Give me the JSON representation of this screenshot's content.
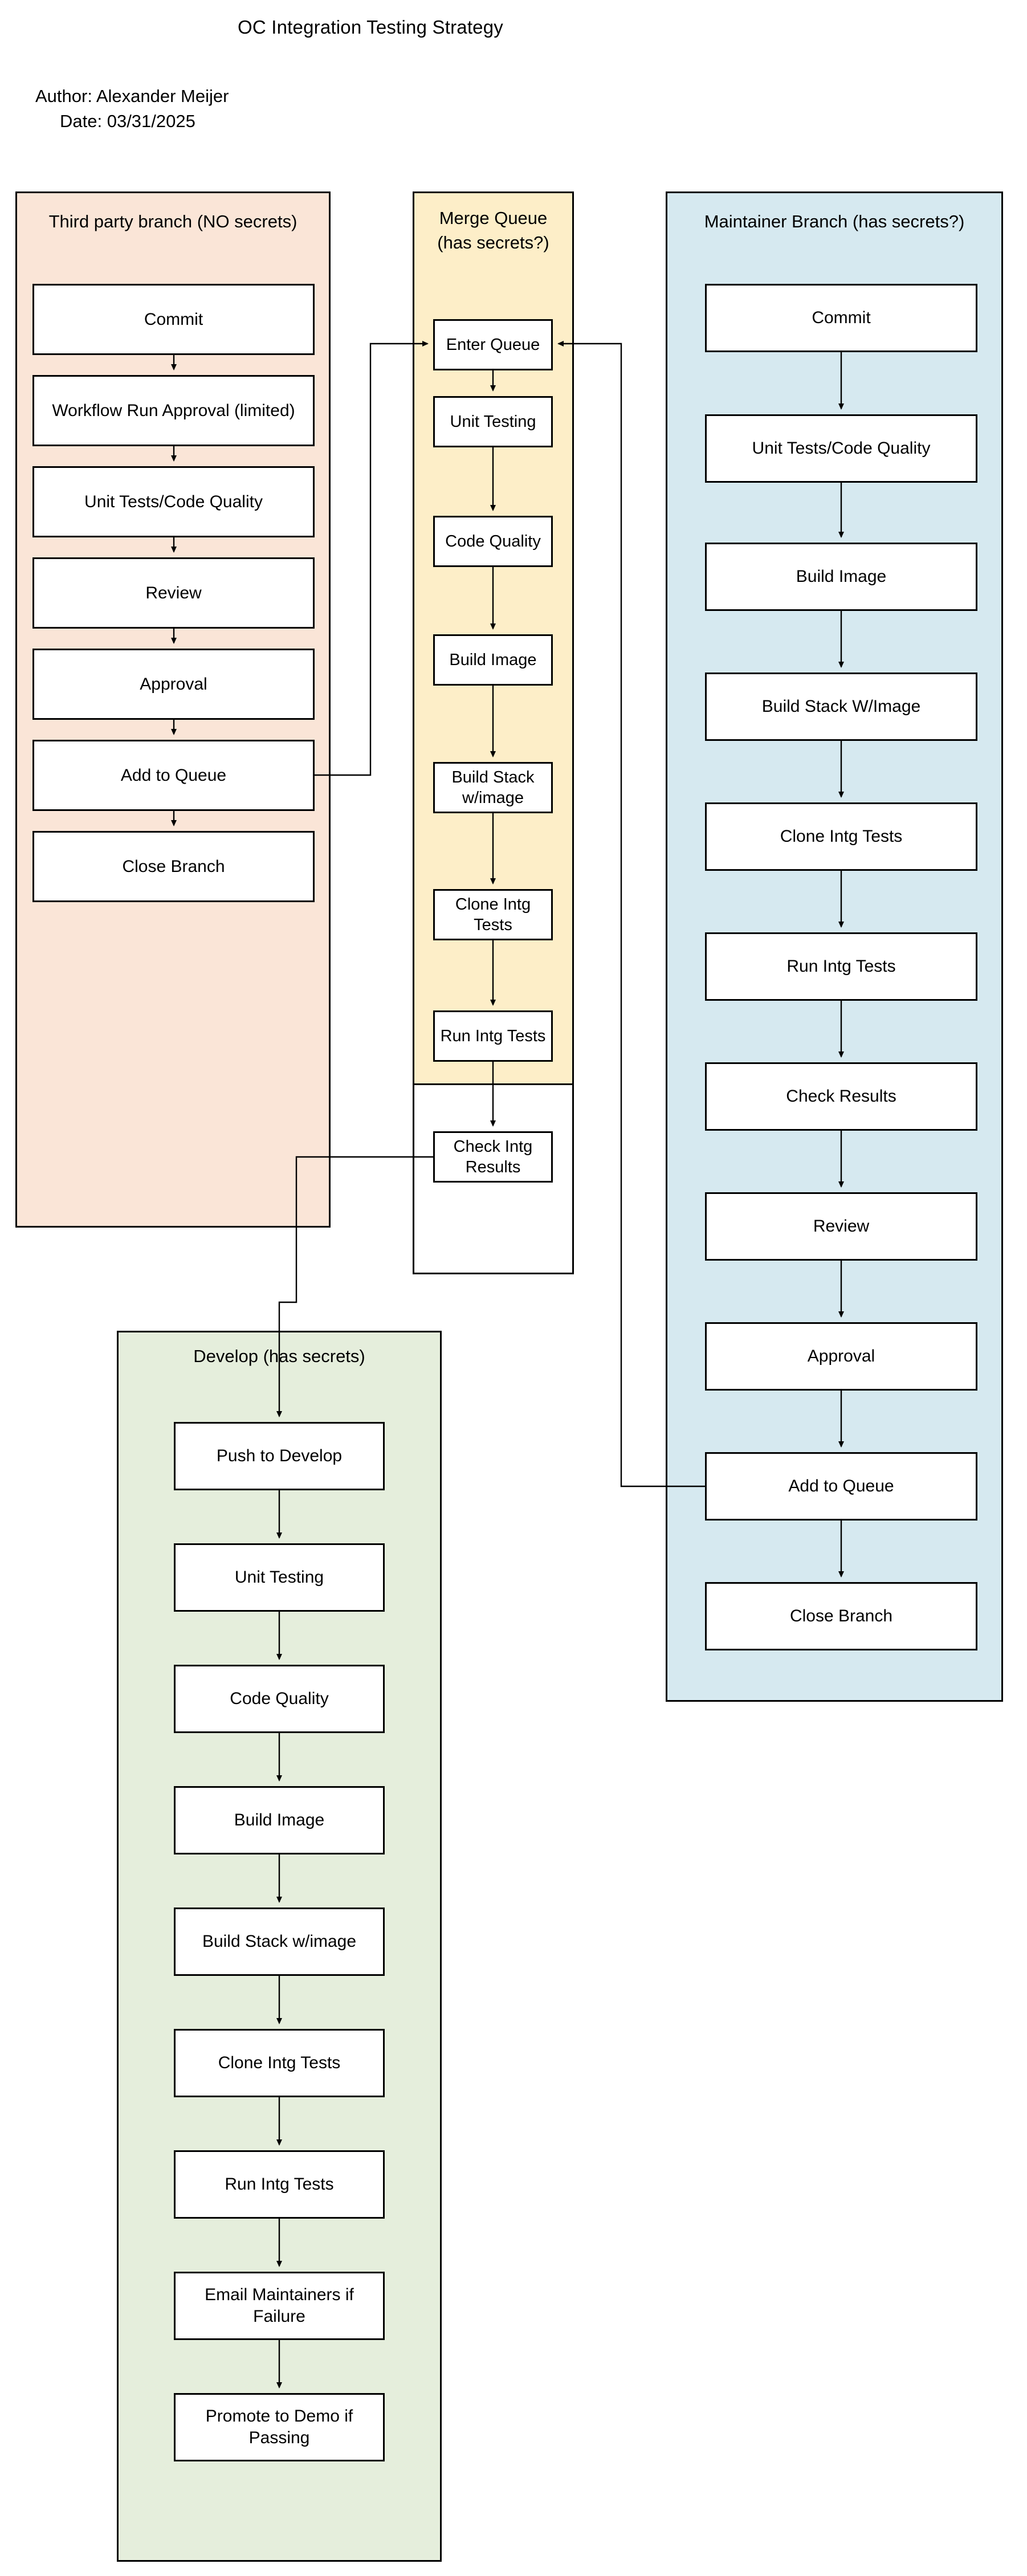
{
  "header": {
    "title": "OC Integration Testing Strategy",
    "author": "Author: Alexander Meijer",
    "date": "Date: 03/31/2025"
  },
  "lanes": [
    {
      "id": "third-party",
      "title": "Third party branch (NO secrets)",
      "color": "#fae5d7",
      "nodes": [
        "Commit",
        "Workflow Run Approval (limited)",
        "Unit Tests/Code Quality",
        "Review",
        "Approval",
        "Add to Queue",
        "Close Branch"
      ]
    },
    {
      "id": "merge-queue",
      "title": "Merge Queue (has secrets?)",
      "color": "#fdeec8",
      "nodes": [
        "Enter Queue",
        "Unit Testing",
        "Code Quality",
        "Build Image",
        "Build Stack w/image",
        "Clone Intg Tests",
        "Run Intg Tests",
        "Check Intg Results"
      ]
    },
    {
      "id": "maintainer",
      "title": "Maintainer Branch (has secrets?)",
      "color": "#d6e9f0",
      "nodes": [
        "Commit",
        "Unit Tests/Code Quality",
        "Build Image",
        "Build Stack W/Image",
        "Clone Intg Tests",
        "Run Intg Tests",
        "Check Results",
        "Review",
        "Approval",
        "Add to Queue",
        "Close Branch"
      ]
    },
    {
      "id": "develop",
      "title": "Develop (has secrets)",
      "color": "#e5eedc",
      "nodes": [
        "Push to Develop",
        "Unit Testing",
        "Code Quality",
        "Build Image",
        "Build Stack w/image",
        "Clone Intg Tests",
        "Run Intg Tests",
        "Email Maintainers if Failure",
        "Promote to Demo if Passing"
      ]
    }
  ],
  "cross_links": [
    {
      "from": "third-party.Add to Queue",
      "to": "merge-queue.Enter Queue"
    },
    {
      "from": "maintainer.Add to Queue",
      "to": "merge-queue.Enter Queue"
    },
    {
      "from": "merge-queue.Check Intg Results",
      "to": "develop.Push to Develop"
    }
  ],
  "colors": {
    "stroke": "#000000",
    "node_fill": "#ffffff",
    "background": "#ffffff"
  }
}
